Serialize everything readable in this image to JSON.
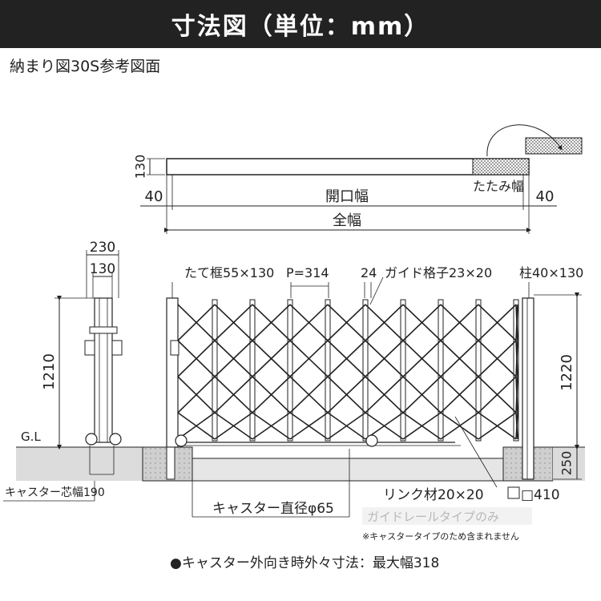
{
  "header": {
    "title": "寸法図（単位：mm）"
  },
  "subtitle": "納まり図30S参考図面",
  "top_view": {
    "height_label": "130",
    "left_clearance": "40",
    "right_clearance": "40",
    "opening_width": "開口幅",
    "folded_width": "たたみ幅",
    "overall_width": "全幅"
  },
  "side_view": {
    "width_outer": "230",
    "width_inner": "130",
    "height": "1210",
    "ground_line": "G.L",
    "caster_center_width": "キャスター芯幅190"
  },
  "front_view": {
    "frame_label": "たて框55×130",
    "pitch_label": "P=314",
    "gap_label": "24",
    "guide_lattice_label": "ガイド格子23×20",
    "post_label": "柱40×130",
    "post_height": "1220",
    "foundation_depth": "250",
    "link_label": "リンク材20×20",
    "post_base_label": "□410",
    "caster_diameter_label": "キャスター直径φ65",
    "guide_rail_label": "ガイドレールタイプのみ",
    "note": "※キャスタータイプのため含まれません"
  },
  "footer_note": "●キャスター外向き時外々寸法：最大幅318",
  "colors": {
    "header_bg": "#222222",
    "header_text": "#ffffff",
    "line": "#222222",
    "ground": "#d9d9d9",
    "dotted_fill": "#cfcfcf"
  }
}
